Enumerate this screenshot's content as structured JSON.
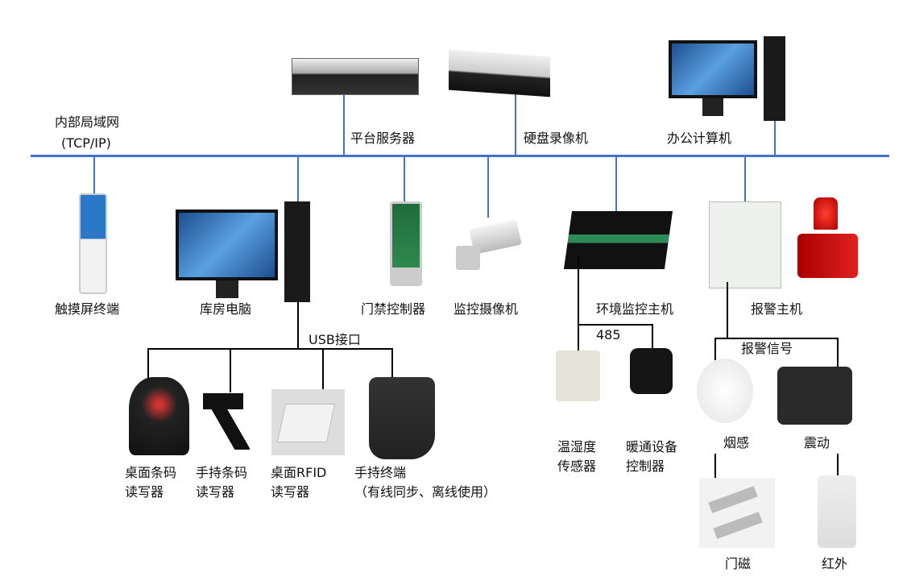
{
  "network": {
    "name": "内部局域网",
    "protocol": "(TCP/IP)"
  },
  "servers": {
    "platform": "平台服务器",
    "dvr": "硬盘录像机",
    "office_pc": "办公计算机"
  },
  "devices": {
    "touch": "触摸屏终端",
    "warehouse_pc": "库房电脑",
    "door": "门禁控制器",
    "camera": "监控摄像机",
    "env_host": "环境监控主机",
    "alarm_host": "报警主机"
  },
  "usb": {
    "label": "USB接口",
    "desk_scanner": [
      "桌面条码",
      "读写器"
    ],
    "hand_scanner": [
      "手持条码",
      "读写器"
    ],
    "rfid": [
      "桌面RFID",
      "读写器"
    ],
    "terminal": [
      "手持终端",
      "（有线同步、离线使用）"
    ]
  },
  "env": {
    "bus": "485",
    "temp": [
      "温湿度",
      "传感器"
    ],
    "hvac": [
      "暖通设备",
      "控制器"
    ]
  },
  "alarm": {
    "signal": "报警信号",
    "smoke": "烟感",
    "vibration": "震动",
    "door_magnet": "门磁",
    "infrared": "红外"
  },
  "colors": {
    "lan": "#4472c4"
  }
}
